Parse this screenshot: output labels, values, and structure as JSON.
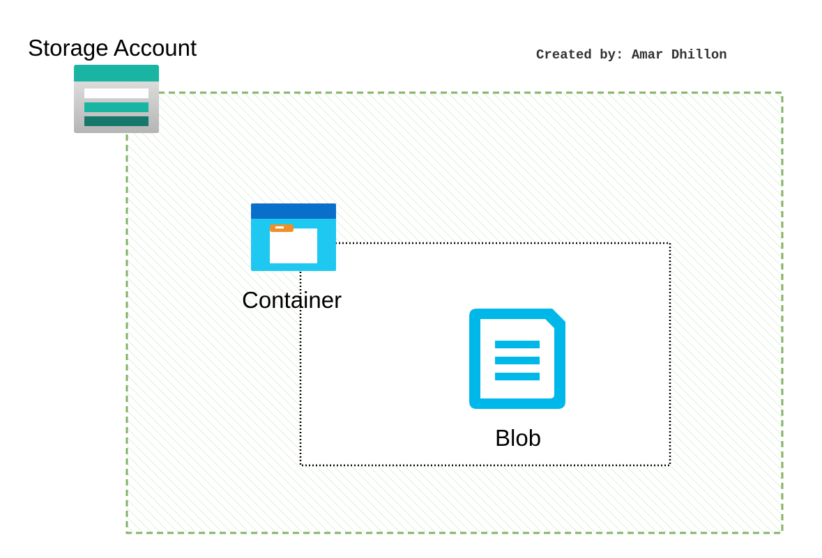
{
  "diagram": {
    "storage_account": {
      "label": "Storage Account",
      "icon": "storage-account-icon",
      "border_color": "#82b366",
      "hatch_color": "#b9dbaa"
    },
    "credit": "Created by: Amar Dhillon",
    "container": {
      "label": "Container",
      "icon": "folder-container-icon",
      "border_color": "#000000"
    },
    "blob": {
      "label": "Blob",
      "icon": "blob-document-icon",
      "color": "#00b7ea"
    }
  }
}
